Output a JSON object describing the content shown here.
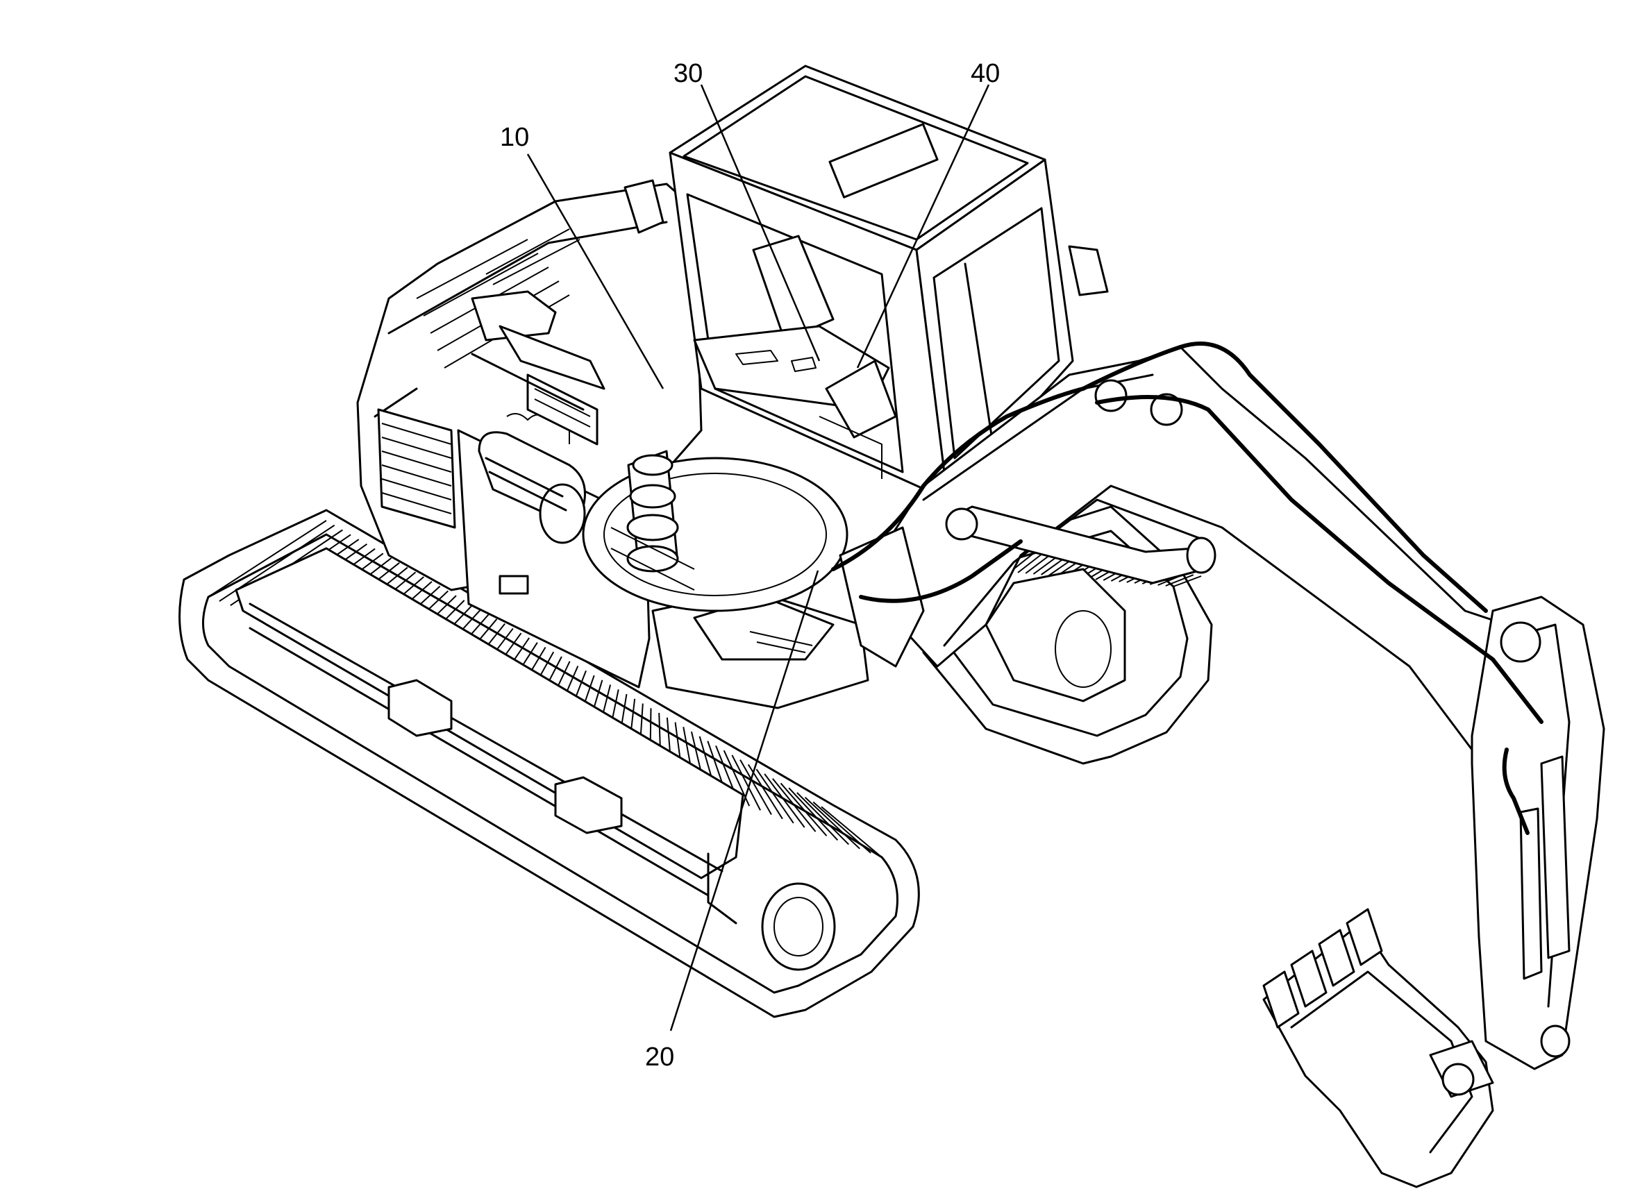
{
  "callouts": [
    {
      "id": "10",
      "label": "10"
    },
    {
      "id": "20",
      "label": "20"
    },
    {
      "id": "30",
      "label": "30"
    },
    {
      "id": "40",
      "label": "40"
    }
  ]
}
